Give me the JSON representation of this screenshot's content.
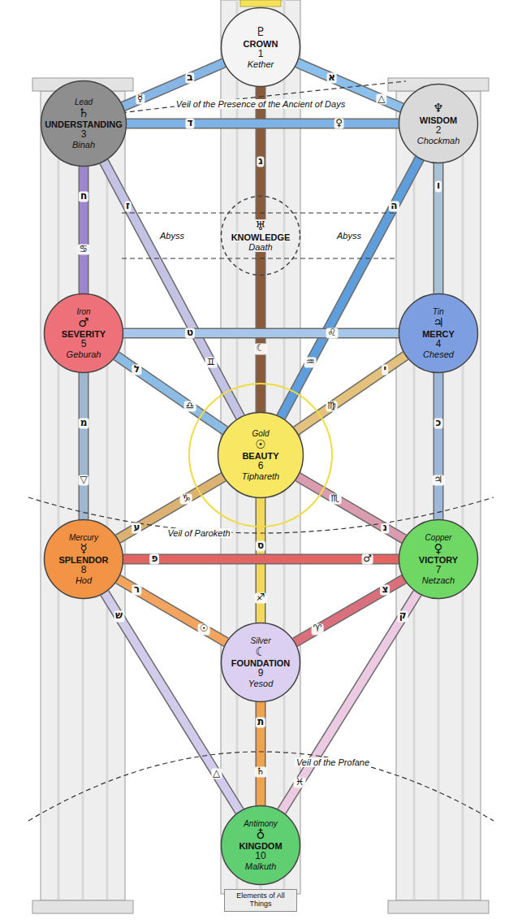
{
  "diagram": {
    "nodes": [
      {
        "text": [
          "♇",
          "CROWN",
          "1",
          "Kether"
        ]
      },
      {
        "text": [
          "Lead",
          "♄",
          "UNDERSTANDING",
          "3",
          "Binah"
        ]
      },
      {
        "text": [
          "♆",
          "WISDOM",
          "2",
          "Chockmah"
        ]
      },
      {
        "text": [
          "♅",
          "KNOWLEDGE",
          "Daath"
        ]
      },
      {
        "text": [
          "Iron",
          "♂",
          "SEVERITY",
          "5",
          "Geburah"
        ]
      },
      {
        "text": [
          "Tin",
          "♃",
          "MERCY",
          "4",
          "Chesed"
        ]
      },
      {
        "text": [
          "Gold",
          "☉",
          "BEAUTY",
          "6",
          "Tiphareth"
        ]
      },
      {
        "text": [
          "Mercury",
          "☿",
          "SPLENDOR",
          "8",
          "Hod"
        ]
      },
      {
        "text": [
          "Copper",
          "♀",
          "VICTORY",
          "7",
          "Netzach"
        ]
      },
      {
        "text": [
          "Silver",
          "☾",
          "FOUNDATION",
          "9",
          "Yesod"
        ]
      },
      {
        "text": [
          "Antimony",
          "♁",
          "KINGDOM",
          "10",
          "Malkuth"
        ]
      },
      {
        "text": [
          "Elements of All Things"
        ]
      }
    ],
    "edges": [
      {
        "from": 0,
        "to": 2,
        "arrow": "none",
        "label": "א"
      },
      {
        "from": 0,
        "to": 1,
        "arrow": "none",
        "label": "ב"
      },
      {
        "from": 0,
        "to": 6,
        "arrow": "none",
        "label": "ג"
      },
      {
        "from": 1,
        "to": 2,
        "arrow": "none",
        "label": "ד"
      },
      {
        "from": 2,
        "to": 6,
        "arrow": "none",
        "label": "ה"
      },
      {
        "from": 2,
        "to": 5,
        "arrow": "none",
        "label": "ו"
      },
      {
        "from": 1,
        "to": 6,
        "arrow": "none",
        "label": "ז"
      },
      {
        "from": 1,
        "to": 4,
        "arrow": "none",
        "label": "ח"
      },
      {
        "from": 4,
        "to": 5,
        "arrow": "none",
        "label": "ט"
      },
      {
        "from": 5,
        "to": 6,
        "arrow": "none",
        "label": "י"
      },
      {
        "from": 4,
        "to": 6,
        "arrow": "none",
        "label": "ל"
      },
      {
        "from": 5,
        "to": 8,
        "arrow": "none",
        "label": "כ"
      },
      {
        "from": 4,
        "to": 7,
        "arrow": "none",
        "label": "מ"
      },
      {
        "from": 6,
        "to": 8,
        "arrow": "none",
        "label": "נ"
      },
      {
        "from": 6,
        "to": 7,
        "arrow": "none",
        "label": "ע"
      },
      {
        "from": 6,
        "to": 9,
        "arrow": "none",
        "label": "ס"
      },
      {
        "from": 7,
        "to": 8,
        "arrow": "none",
        "label": "פ"
      },
      {
        "from": 7,
        "to": 9,
        "arrow": "none",
        "label": "ר"
      },
      {
        "from": 8,
        "to": 9,
        "arrow": "none",
        "label": "צ"
      },
      {
        "from": 8,
        "to": 10,
        "arrow": "none",
        "label": "ק"
      },
      {
        "from": 7,
        "to": 10,
        "arrow": "none",
        "label": "ש"
      },
      {
        "from": 9,
        "to": 10,
        "arrow": "none",
        "label": "ת"
      }
    ],
    "labels": [
      "Veil of the Presence of the Ancient of Days",
      "Abyss",
      "Abyss",
      "△",
      "☿",
      "☾",
      "♀",
      "♒",
      "♊",
      "♋",
      "♌",
      "♍",
      "♎",
      "♃",
      "▽",
      "♏",
      "♑",
      "♐",
      "♂",
      "☉",
      "♈",
      "♓",
      "△",
      "♄",
      "Veil of Paroketh",
      "Veil of the Profane"
    ]
  }
}
